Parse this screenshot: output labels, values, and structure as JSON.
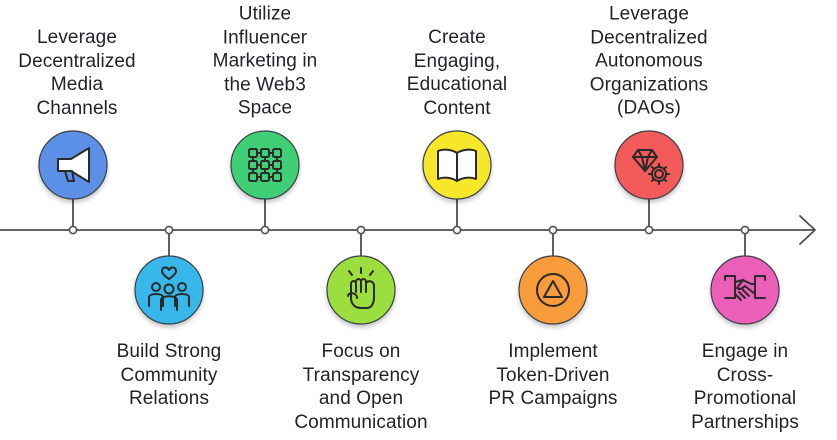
{
  "milestones": [
    {
      "label": "Leverage\nDecentralized\nMedia\nChannels",
      "position": "top",
      "icon": "megaphone-icon",
      "color": "#5b8fe6"
    },
    {
      "label": "Build Strong\nCommunity\nRelations",
      "position": "bottom",
      "icon": "community-icon",
      "color": "#38b8ea"
    },
    {
      "label": "Utilize\nInfluencer\nMarketing in\nthe Web3\nSpace",
      "position": "top",
      "icon": "network-grid-icon",
      "color": "#3fcf77"
    },
    {
      "label": "Focus on\nTransparency\nand Open\nCommunication",
      "position": "bottom",
      "icon": "raised-fist-icon",
      "color": "#9bde3c"
    },
    {
      "label": "Create\nEngaging,\nEducational\nContent",
      "position": "top",
      "icon": "open-book-icon",
      "color": "#f6e72a"
    },
    {
      "label": "Implement\nToken-Driven\nPR Campaigns",
      "position": "bottom",
      "icon": "token-triangle-icon",
      "color": "#f89b3b"
    },
    {
      "label": "Leverage\nDecentralized\nAutonomous\nOrganizations\n(DAOs)",
      "position": "top",
      "icon": "gem-gear-icon",
      "color": "#f55a5a"
    },
    {
      "label": "Engage in\nCross-Promotional\nPartnerships",
      "position": "bottom",
      "icon": "handshake-icon",
      "color": "#ec5fb8"
    }
  ]
}
